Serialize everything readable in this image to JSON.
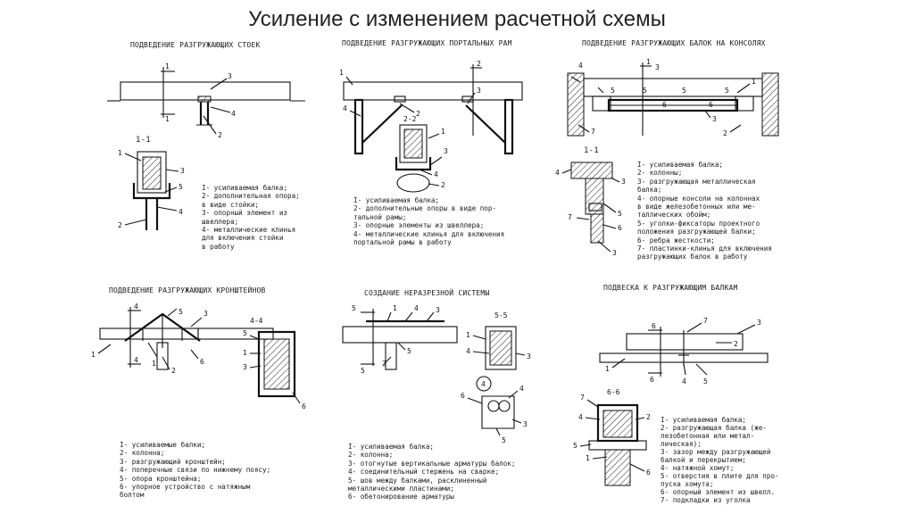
{
  "title": "Усиление с изменением расчетной схемы",
  "panels": [
    {
      "heading": "ПОДВЕДЕНИЕ РАЗГРУЖАЮЩИХ СТОЕК",
      "section": "1-1",
      "legend": [
        "I- усиливаемая балка;",
        "2- дополнительная опора;",
        "   в виде стойки;",
        "3- опорный элемент из",
        "   швеллера;",
        "4- металлические клинья",
        "   для включения стойки",
        "   в работу"
      ]
    },
    {
      "heading": "ПОДВЕДЕНИЕ РАЗГРУЖАЮЩИХ ПОРТАЛЬНЫХ РАМ",
      "section": "2-2",
      "legend": [
        "I- усиливаемая балка;",
        "2- дополнительные опоры в виде пор-",
        "   тальной рамы;",
        "3- опорные элементы из швеллера;",
        "4- металлические клинья для включения",
        "   портальной рамы в работу"
      ]
    },
    {
      "heading": "ПОДВЕДЕНИЕ РАЗГРУЖАЮЩИХ БАЛОК НА КОНСОЛЯХ",
      "section": "1-1",
      "legend": [
        "I- усиливаемая балка;",
        "2- колонны;",
        "3- разгружающая металлическая",
        "   балка;",
        "4- опорные консоли на колоннах",
        "   в виде железобетонных или ме-",
        "   таллических обойм;",
        "5- уголки-фиксаторы проектного",
        "   положения разгружающей балки;",
        "6- ребра жесткости;",
        "7- пластинки-клинья для включения",
        "   разгружающих балок в работу"
      ]
    },
    {
      "heading": "ПОДВЕДЕНИЕ РАЗГРУЖАЮЩИХ КРОНШТЕЙНОВ",
      "section": "4-4",
      "legend": [
        "I- усиливаемые балки;",
        "2- колонна;",
        "3- разгружающий кронштейн;",
        "4- поперечные связи по нижнему поясу;",
        "5- опора кронштейна;",
        "6- упорное устройство с натяжным",
        "   болтом"
      ]
    },
    {
      "heading": "СОЗДАНИЕ НЕРАЗРЕЗНОЙ СИСТЕМЫ",
      "section": "5-5",
      "legend": [
        "I- усиливаемая балка;",
        "2- колонна;",
        "3- отогнутые вертикальные арматуры балок;",
        "4- соединительный стержень на сварке;",
        "5- шов между балками, расклиненный",
        "   металлическими пластинами;",
        "6- обетонирование арматуры"
      ]
    },
    {
      "heading": "ПОДВЕСКА К РАЗГРУЖАЮЩИМ БАЛКАМ",
      "section": "6-6",
      "legend": [
        "I- усиливаемая балка;",
        "2- разгружающая балка (же-",
        "   лезобетонная или метал-",
        "   лическая);",
        "3- зазор между разгружающей",
        "   балкой и перекрытием;",
        "4- натяжной хомут;",
        "5- отверстия в плите для про-",
        "   пуска хомута;",
        "6- опорный элемент из швелл.",
        "7- подкладки из уголка"
      ]
    }
  ]
}
